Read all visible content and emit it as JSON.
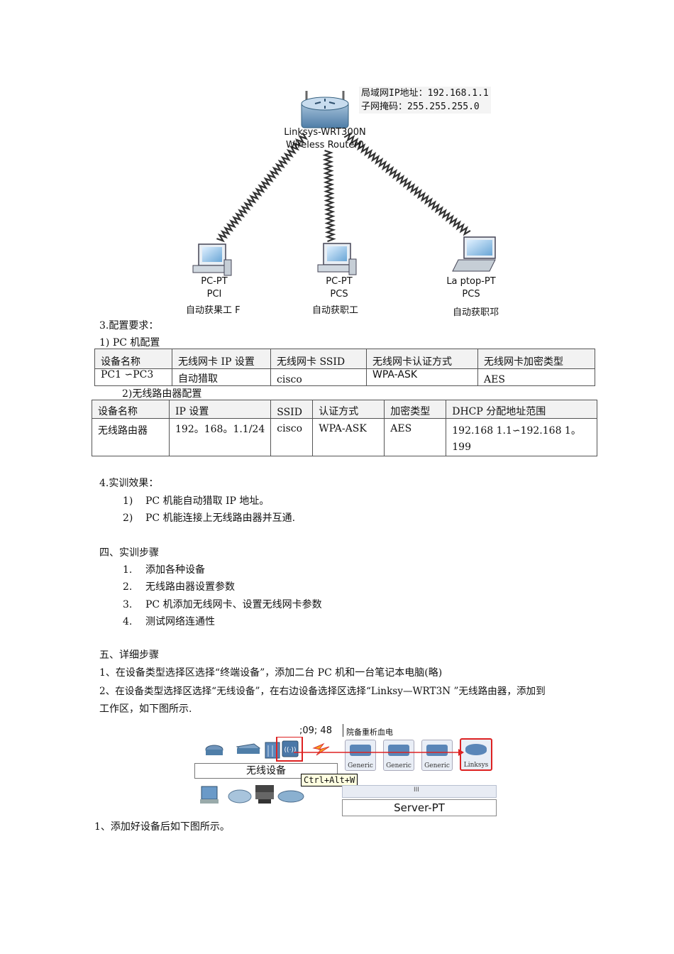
{
  "diagram": {
    "router_info": {
      "lan_ip": "局域网IP地址：192.168.1.1",
      "subnet_mask": "子网掩码：255.255.255.0"
    },
    "router_label": {
      "line1": "Linksys-WRT300N",
      "line2": "Wireless Router0"
    },
    "nodes": [
      {
        "type": "PC-PT",
        "name": "PCI",
        "note": "自动获果工 F"
      },
      {
        "type": "PC-PT",
        "name": "PCS",
        "note": "自动获职工"
      },
      {
        "type": "La ptop-PT",
        "name": "PCS",
        "note": "自动获职邛"
      }
    ]
  },
  "sections": {
    "config_title": "3.配置要求：",
    "pc_config_title": "1) PC 机配置",
    "table1": {
      "headers": [
        "设备名称",
        "无线网卡 IP 设置",
        "无线网卡 SSID",
        "无线网卡认证方式",
        "无线网卡加密类型"
      ],
      "row": [
        "PC1 ∽PC3",
        "自动猎取",
        "cisco",
        "WPA-ASK",
        "AES"
      ]
    },
    "router_config_title": "2)无线路由器配置",
    "table2": {
      "headers": [
        "设备名称",
        "IP 设置",
        "SSID",
        "认证方式",
        "加密类型",
        "DHCP 分配地址范围"
      ],
      "row": [
        "无线路由器",
        "192。168。1.1/24",
        "cisco",
        "WPA-ASK",
        "AES",
        "192.168 1.1∽192.168 1。",
        "199"
      ]
    },
    "effect_title": "4.实训效果：",
    "effects": [
      {
        "num": "1)",
        "text": "PC 机能自动猎取 IP 地址。"
      },
      {
        "num": "2)",
        "text": "PC 机能连接上无线路由器并互通."
      }
    ],
    "steps_title": "四、实训步骤",
    "steps": [
      {
        "num": "1.",
        "text": "添加各种设备"
      },
      {
        "num": "2.",
        "text": "无线路由器设置参数"
      },
      {
        "num": "3.",
        "text": "PC 机添加无线网卡、设置无线网卡参数"
      },
      {
        "num": "4.",
        "text": "测试网络连通性"
      }
    ],
    "detail_title": "五、详细步骤",
    "detail_1": "1、在设备类型选择区选择“终端设备”，添加二台 PC 机和一台笔记本电脑(略)",
    "detail_2a": "2、在设备类型选择区选择“无线设备”，在右边设备选择区选择“Linksy—WRT3N ”无线路由器，添加到",
    "detail_2b": "工作区，如下图所示.",
    "footer": "1、添加好设备后如下图所示。"
  },
  "toolbar_shot": {
    "time_text": ";09; 48",
    "top_label": "院备重析血电",
    "category_label": "无线设备",
    "tooltip": "Ctrl+Alt+W",
    "device_labels": [
      "Generic",
      "Generic",
      "Generic",
      "Linksys"
    ],
    "scroll_label": "III",
    "server_label": "Server-PT"
  }
}
